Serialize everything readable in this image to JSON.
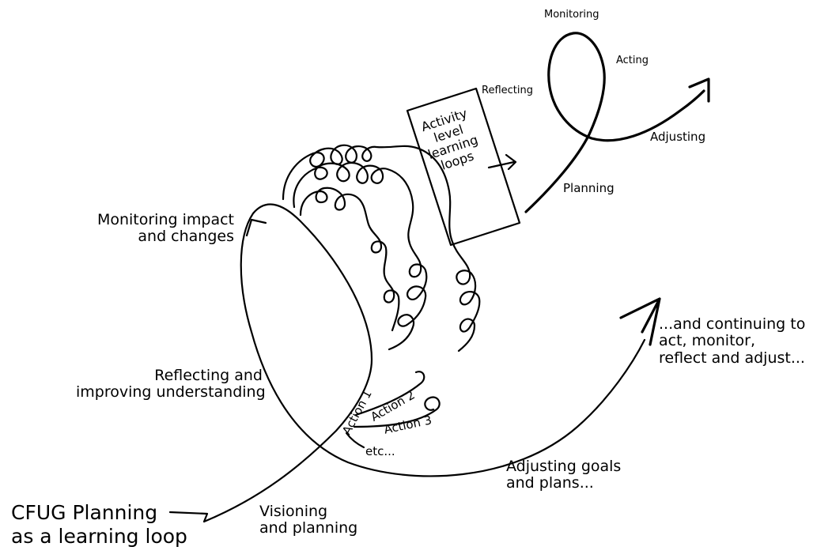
{
  "title": "CFUG Planning as a learning loop",
  "title_lines": [
    "CFUG Planning",
    "as a learning loop"
  ],
  "loop_labels": {
    "visioning": [
      "Visioning",
      "and planning"
    ],
    "reflecting": [
      "Reflecting and",
      "improving understanding"
    ],
    "monitoring": [
      "Monitoring impact",
      "and changes"
    ],
    "adjusting": [
      "Adjusting goals",
      "and plans..."
    ],
    "continuing": [
      "...and continuing to",
      "act, monitor,",
      "reflect and adjust..."
    ]
  },
  "actions": {
    "action_1": "Action 1",
    "action_2": "Action 2",
    "action_3": "Action 3",
    "etc": "etc..."
  },
  "activity_box": [
    "Activity",
    "level",
    "learning",
    "loops"
  ],
  "mini_loop": {
    "monitoring": "Monitoring",
    "acting": "Acting",
    "reflecting": "Reflecting",
    "adjusting": "Adjusting",
    "planning": "Planning"
  }
}
